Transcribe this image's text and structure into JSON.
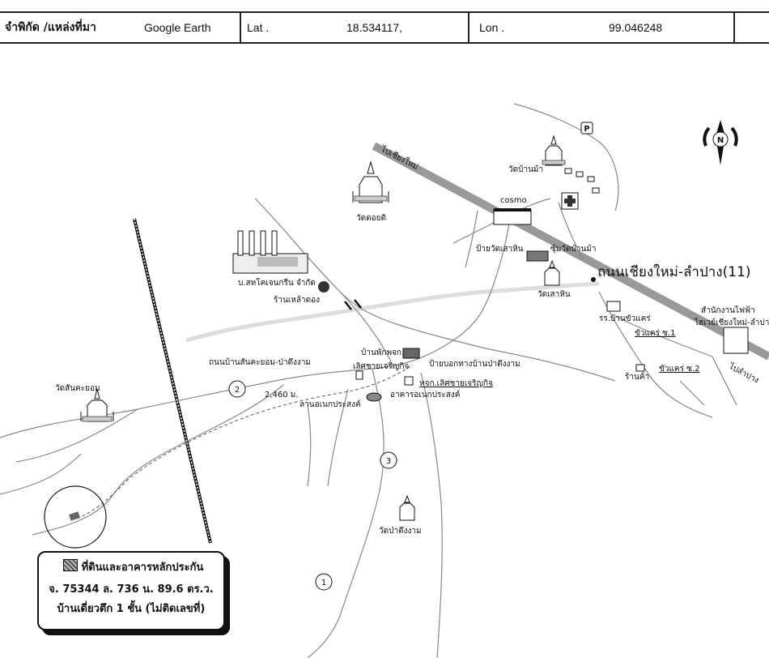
{
  "header": {
    "coord_source_label": "จำพิกัด /แหล่งที่มา",
    "source_value": "Google Earth",
    "lat_label": "Lat .",
    "lat_value": "18.534117,",
    "lon_label": "Lon .",
    "lon_value": "99.046248"
  },
  "map": {
    "highway_label": "ถนนเชียงใหม่-ลำปาง(11)",
    "to_chiangmai": "ไปเชียงใหม่",
    "to_lampang": "ไปลำปาง",
    "compass_letter": "N",
    "route_markers": [
      "1",
      "2",
      "3"
    ],
    "distance": "2,460 ม.",
    "places": {
      "wat_ban_ma": "วัดบ้านม้า",
      "wat_khao_di": "วัดดอยดิ",
      "cosmo": "cosmo",
      "bus_stop_wat_sao_hin": "ป้ายวัดเสาหิน",
      "arch_wat_ban_ma": "ซุ้มวัดบ้านม้า",
      "wat_sao_hin": "วัดเสาหิน",
      "company": "บ.สหโคเจนกรีน จำกัด",
      "shop_lao": "ร้านเหล้าดอง",
      "school": "รร.บ้านขัวแคร่",
      "power_office": "สำนักงานไฟฟ้า",
      "power_office_2": "ไฮเวย์เชียงใหม่-ลำปาง",
      "khua_khae_1": "ขัวแคร่ ซ.1",
      "khua_khae_2": "ขัวแคร่ ซ.2",
      "store": "ร้านค้า",
      "road_ban_ton": "ถนนบ้านสันคะยอม-ป่าตึงงาม",
      "hostel": "บ้านพักพจก.",
      "serm_chai": "เลิศชายเจริญกิจ",
      "sign_ban_pa_tueng": "ป้ายบอกทางบ้านป่าตึงงาม",
      "serm_chai_2": "หจก.เลิศชายเจริญกิจ",
      "market": "ลานอเนกประสงค์",
      "multi_building": "อาคารอเนกประสงค์",
      "wat_san_kayom": "วัดสันคะยอม",
      "wat_pa_tueng": "วัดป่าตึงงาม"
    }
  },
  "legend": {
    "title": "ที่ดินและอาคารหลักประกัน",
    "line2": "จ. 75344  ล. 736  น. 89.6 ตร.ว.",
    "line3": "บ้านเดี่ยวตึก 1 ชั้น  (ไม่ติดเลขที่)"
  }
}
